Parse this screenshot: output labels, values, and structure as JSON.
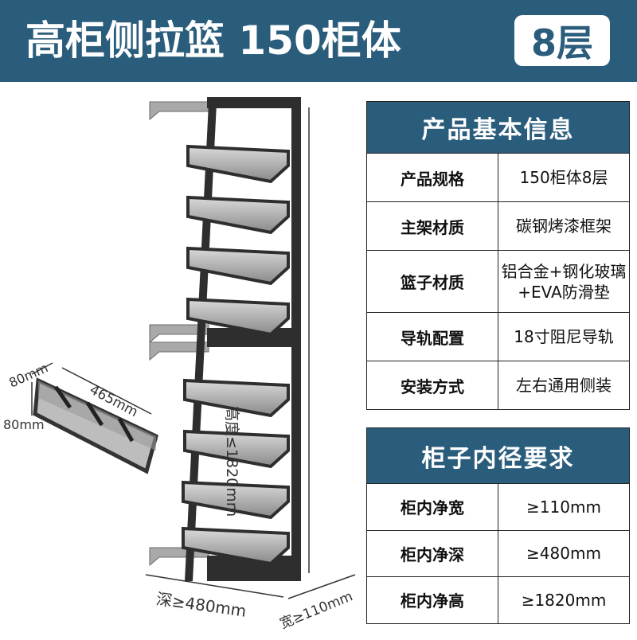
{
  "header": {
    "title": "高柜侧拉篮 150柜体",
    "badge": "8层"
  },
  "dimensions": {
    "height": "高度≤1820mm",
    "depth": "深≥480mm",
    "width": "宽≥110mm",
    "basket_len": "465mm",
    "basket_w": "80mm",
    "basket_h": "80mm"
  },
  "info_table": {
    "title": "产品基本信息",
    "rows": [
      {
        "key": "产品规格",
        "value": "150柜体8层"
      },
      {
        "key": "主架材质",
        "value": "碳钢烤漆框架"
      },
      {
        "key": "篮子材质",
        "value": "铝合金+钢化玻璃+EVA防滑垫"
      },
      {
        "key": "导轨配置",
        "value": "18寸阻尼导轨"
      },
      {
        "key": "安装方式",
        "value": "左右通用侧装"
      }
    ]
  },
  "req_table": {
    "title": "柜子内径要求",
    "rows": [
      {
        "key": "柜内净宽",
        "value": "≥110mm"
      },
      {
        "key": "柜内净深",
        "value": "≥480mm"
      },
      {
        "key": "柜内净高",
        "value": "≥1820mm"
      }
    ]
  },
  "colors": {
    "brand": "#2a5d7c",
    "frame": "#2e2e2e",
    "glass": "#9a9a9a"
  }
}
